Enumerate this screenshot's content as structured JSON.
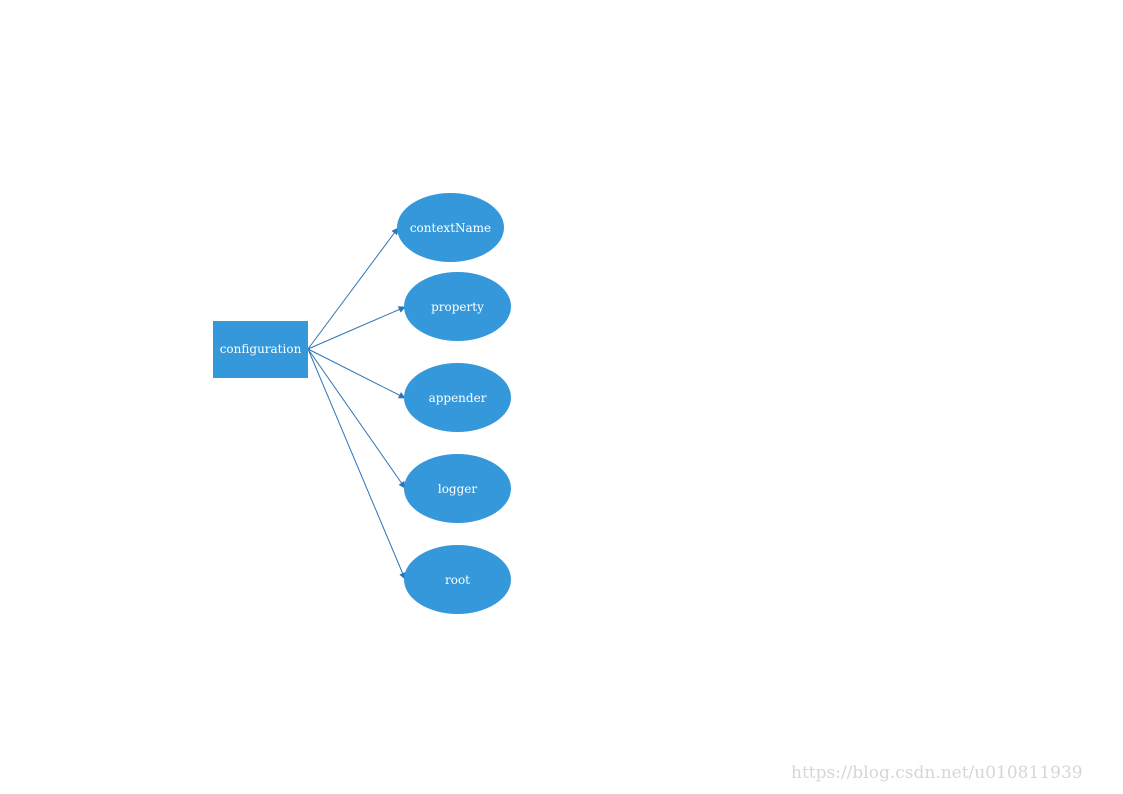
{
  "diagram": {
    "fill_color": "#3498db",
    "edge_color": "#2e75b6",
    "source": {
      "label": "configuration"
    },
    "targets": [
      {
        "id": "context-name",
        "label": "contextName"
      },
      {
        "id": "property",
        "label": "property"
      },
      {
        "id": "appender",
        "label": "appender"
      },
      {
        "id": "logger",
        "label": "logger"
      },
      {
        "id": "root",
        "label": "root"
      }
    ]
  },
  "watermark": "https://blog.csdn.net/u010811939"
}
